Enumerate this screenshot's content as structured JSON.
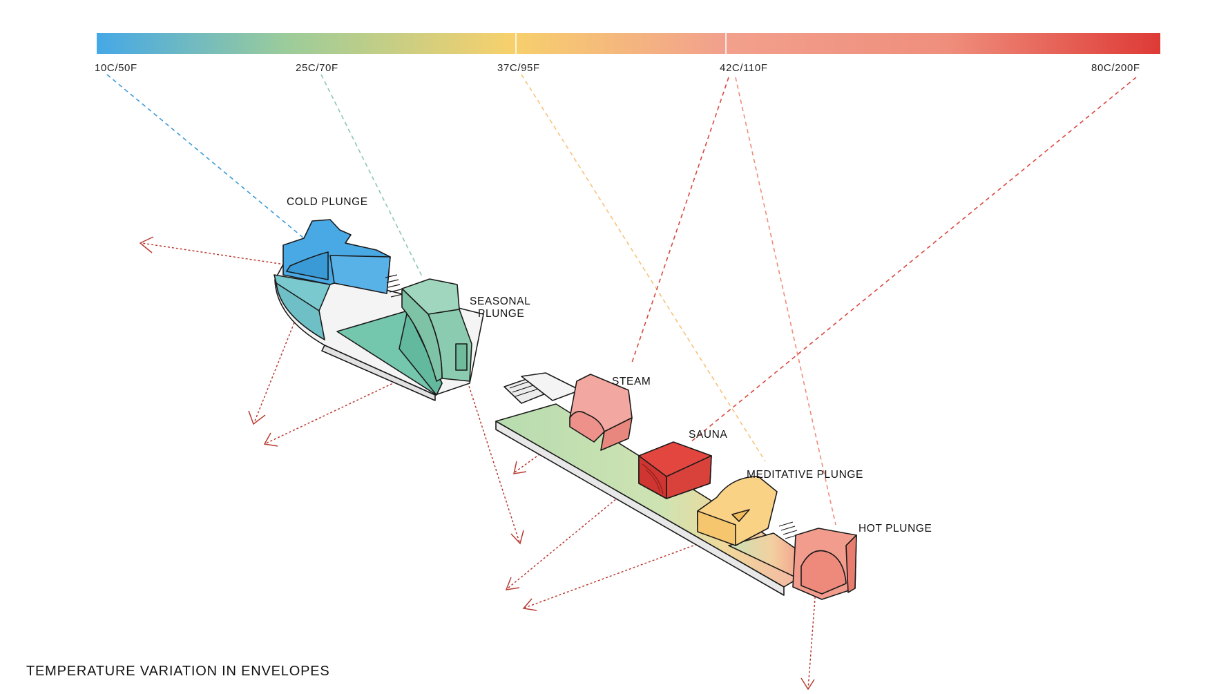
{
  "scale": {
    "ticks": [
      "10C/50F",
      "25C/70F",
      "37C/95F",
      "42C/110F",
      "80C/200F"
    ],
    "colors": {
      "cold": "#45a8e6",
      "cool": "#9ccc9a",
      "neutral": "#f7d06c",
      "warm": "#f2a08d",
      "hot": "#de3a36"
    }
  },
  "labels": {
    "cold_plunge": "COLD PLUNGE",
    "seasonal_plunge_line1": "SEASONAL",
    "seasonal_plunge_line2": "PLUNGE",
    "steam": "STEAM",
    "sauna": "SAUNA",
    "meditative_plunge": "MEDITATIVE PLUNGE",
    "hot_plunge": "HOT PLUNGE"
  },
  "footer": {
    "caption": "TEMPERATURE VARIATION IN ENVELOPES"
  }
}
